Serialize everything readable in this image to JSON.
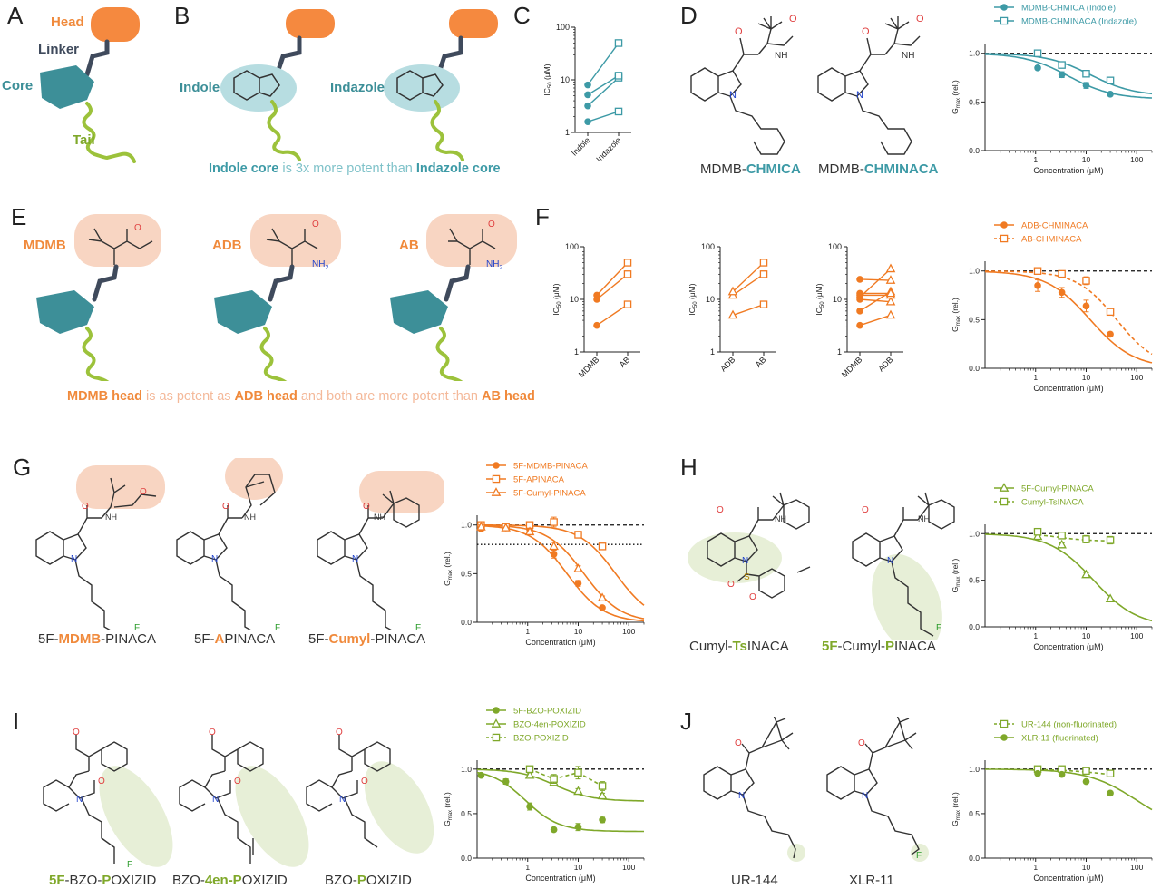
{
  "panels": {
    "A": "A",
    "B": "B",
    "C": "C",
    "D": "D",
    "E": "E",
    "F": "F",
    "G": "G",
    "H": "H",
    "I": "I",
    "J": "J"
  },
  "cartoon": {
    "head": "Head",
    "linker": "Linker",
    "core": "Core",
    "tail": "Tail",
    "indole": "Indole",
    "indazole": "Indazole",
    "mdmb": "MDMB",
    "adb": "ADB",
    "ab": "AB",
    "colors": {
      "head": "#f5893f",
      "linker": "#3f4a5c",
      "core": "#3d8f98",
      "tail": "#9cc23b"
    }
  },
  "sentences": {
    "b": [
      "Indole core",
      " is 3x more potent than ",
      "Indazole core"
    ],
    "e": [
      "MDMB head",
      " is as potent as ",
      "ADB head",
      " and both are more potent than ",
      "AB head"
    ]
  },
  "compounds": {
    "d1": [
      "MDMB-",
      "CHMICA"
    ],
    "d2": [
      "MDMB-",
      "CHMINACA"
    ],
    "g1": [
      "5F-",
      "MDMB",
      "-PINACA"
    ],
    "g2": [
      "5F-",
      "A",
      "PINACA"
    ],
    "g3": [
      "5F-",
      "Cumyl",
      "-PINACA"
    ],
    "h1": [
      "Cumyl-",
      "Ts",
      "INACA"
    ],
    "h2": [
      "5F",
      "-Cumyl-",
      "P",
      "INACA"
    ],
    "i1": [
      "5F",
      "-BZO-",
      "P",
      "OXIZID"
    ],
    "i2": [
      "BZO-",
      "4en-P",
      "OXIZID"
    ],
    "i3": [
      "BZO-",
      "P",
      "OXIZID"
    ],
    "j1": "UR-144",
    "j2": "XLR-11"
  },
  "atoms": {
    "O": "O",
    "NH": "NH",
    "N": "N",
    "NH2": "NH",
    "sub2": "2",
    "F": "F",
    "S": "S"
  },
  "chart_data": [
    {
      "id": "C",
      "type": "line",
      "scale": "log",
      "ylim": [
        1,
        100
      ],
      "yticks": [
        "1",
        "10",
        "100"
      ],
      "ylabel": "IC",
      "ylabel_sub": "50",
      "ylabel_unit": " (μM)",
      "categories": [
        "Indole",
        "Indazole"
      ],
      "color": "#3d9aa6",
      "pairs": [
        [
          1.6,
          2.5
        ],
        [
          3.2,
          11
        ],
        [
          5.2,
          12
        ],
        [
          8.0,
          50
        ]
      ],
      "markers": [
        "circle",
        "square"
      ]
    },
    {
      "id": "D",
      "type": "line",
      "scale": "logx",
      "xlim": [
        0.1,
        200
      ],
      "ylim": [
        0,
        1.1
      ],
      "xticks": [
        "1",
        "10",
        "100"
      ],
      "yticks": [
        "0.0",
        "0.5",
        "1.0"
      ],
      "xlabel": "Concentration (μM)",
      "ylabel": "G",
      "ylabel_sub": "max",
      "ylabel_unit": " (rel.)",
      "series": [
        {
          "name": "MDMB-CHMICA (Indole)",
          "color": "#3d9aa6",
          "marker": "circle",
          "dash": false,
          "x": [
            1.1,
            3.3,
            10,
            30
          ],
          "y": [
            0.85,
            0.78,
            0.67,
            0.58
          ],
          "err": [
            0.02,
            0.03,
            0.03,
            0.02
          ]
        },
        {
          "name": "MDMB-CHMINACA (Indazole)",
          "color": "#3d9aa6",
          "marker": "square",
          "dash": false,
          "x": [
            1.1,
            3.3,
            10,
            30
          ],
          "y": [
            1.0,
            0.88,
            0.79,
            0.72
          ],
          "err": [
            0.02,
            0.02,
            0.03,
            0.03
          ]
        }
      ],
      "fits": [
        {
          "color": "#3d9aa6",
          "dash": false,
          "bottom": 0.53,
          "ic50": 4.5,
          "hill": 1.0
        },
        {
          "color": "#3d9aa6",
          "dash": false,
          "bottom": 0.56,
          "ic50": 12,
          "hill": 1.0
        }
      ],
      "reference_lines": [
        {
          "y": 1.0,
          "style": "dashed"
        }
      ]
    },
    {
      "id": "F1",
      "type": "line",
      "scale": "log",
      "ylim": [
        1,
        100
      ],
      "yticks": [
        "1",
        "10",
        "100"
      ],
      "ylabel": "IC",
      "ylabel_sub": "50",
      "ylabel_unit": " (μM)",
      "categories": [
        "MDMB",
        "AB"
      ],
      "color": "#f07a22",
      "pairs": [
        [
          3.2,
          8.0
        ],
        [
          10,
          30
        ],
        [
          12,
          50
        ]
      ],
      "markers": [
        "circle",
        "square"
      ]
    },
    {
      "id": "F2",
      "type": "line",
      "scale": "log",
      "ylim": [
        1,
        100
      ],
      "yticks": [
        "1",
        "10",
        "100"
      ],
      "ylabel": "IC",
      "ylabel_sub": "50",
      "ylabel_unit": " (μM)",
      "categories": [
        "ADB",
        "AB"
      ],
      "color": "#f07a22",
      "pairs": [
        [
          5.0,
          8.0
        ],
        [
          12,
          30
        ],
        [
          14,
          50
        ]
      ],
      "markers": [
        "triangle",
        "square"
      ]
    },
    {
      "id": "F3",
      "type": "line",
      "scale": "log",
      "ylim": [
        1,
        100
      ],
      "yticks": [
        "1",
        "10",
        "100"
      ],
      "ylabel": "IC",
      "ylabel_sub": "50",
      "ylabel_unit": " (μM)",
      "categories": [
        "MDMB",
        "ADB"
      ],
      "color": "#f07a22",
      "pairs": [
        [
          3.2,
          5.0
        ],
        [
          6.0,
          14
        ],
        [
          10,
          9
        ],
        [
          12,
          12
        ],
        [
          13,
          13
        ],
        [
          24,
          23
        ],
        [
          11,
          38
        ]
      ],
      "markers": [
        "circle",
        "triangle"
      ]
    },
    {
      "id": "F4",
      "type": "line",
      "scale": "logx",
      "xlim": [
        0.1,
        200
      ],
      "ylim": [
        0,
        1.1
      ],
      "xticks": [
        "1",
        "10",
        "100"
      ],
      "yticks": [
        "0.0",
        "0.5",
        "1.0"
      ],
      "xlabel": "Concentration (μM)",
      "ylabel": "G",
      "ylabel_sub": "max",
      "ylabel_unit": " (rel.)",
      "series": [
        {
          "name": "ADB-CHMINACA",
          "color": "#f07a22",
          "marker": "circle",
          "dash": false,
          "x": [
            1.1,
            3.3,
            10,
            30
          ],
          "y": [
            0.85,
            0.78,
            0.64,
            0.35
          ],
          "err": [
            0.06,
            0.05,
            0.06,
            0.02
          ]
        },
        {
          "name": "AB-CHMINACA",
          "color": "#f07a22",
          "marker": "square",
          "dash": true,
          "x": [
            1.1,
            3.3,
            10,
            30
          ],
          "y": [
            1.0,
            0.97,
            0.9,
            0.58
          ],
          "err": [
            0.02,
            0.02,
            0.04,
            0.03
          ]
        }
      ],
      "fits": [
        {
          "color": "#f07a22",
          "dash": false,
          "bottom": 0.0,
          "ic50": 12,
          "hill": 1.0
        },
        {
          "color": "#f07a22",
          "dash": true,
          "bottom": 0.0,
          "ic50": 40,
          "hill": 1.1
        }
      ],
      "reference_lines": [
        {
          "y": 1.0,
          "style": "dashed"
        }
      ]
    },
    {
      "id": "G",
      "type": "line",
      "scale": "logx",
      "xlim": [
        0.1,
        200
      ],
      "ylim": [
        0,
        1.1
      ],
      "xticks": [
        "1",
        "10",
        "100"
      ],
      "yticks": [
        "0.0",
        "0.5",
        "1.0"
      ],
      "xlabel": "Concentration (μM)",
      "ylabel": "G",
      "ylabel_sub": "max",
      "ylabel_unit": " (rel.)",
      "series": [
        {
          "name": "5F-MDMB-PINACA",
          "color": "#f07a22",
          "marker": "circle",
          "dash": false,
          "x": [
            0.12,
            0.37,
            1.1,
            3.3,
            10,
            30
          ],
          "y": [
            0.96,
            0.97,
            0.95,
            0.7,
            0.4,
            0.15
          ],
          "err": [
            0.02,
            0.01,
            0.02,
            0.04,
            0.03,
            0.01
          ]
        },
        {
          "name": "5F-APINACA",
          "color": "#f07a22",
          "marker": "square",
          "dash": false,
          "x": [
            0.12,
            0.37,
            1.1,
            3.3,
            10,
            30
          ],
          "y": [
            1.0,
            0.98,
            1.0,
            1.03,
            0.9,
            0.78
          ],
          "err": [
            0.01,
            0.01,
            0.02,
            0.05,
            0.03,
            0.03
          ]
        },
        {
          "name": "5F-Cumyl-PINACA",
          "color": "#f07a22",
          "marker": "triangle",
          "dash": false,
          "x": [
            0.12,
            0.37,
            1.1,
            3.3,
            10,
            30
          ],
          "y": [
            0.98,
            0.97,
            0.93,
            0.78,
            0.55,
            0.25
          ],
          "err": [
            0.02,
            0.01,
            0.02,
            0.04,
            0.03,
            0.02
          ]
        }
      ],
      "fits": [
        {
          "color": "#f07a22",
          "dash": false,
          "bottom": 0.0,
          "ic50": 6,
          "hill": 1.2
        },
        {
          "color": "#f07a22",
          "dash": false,
          "bottom": 0.0,
          "ic50": 13,
          "hill": 1.2
        },
        {
          "color": "#f07a22",
          "dash": false,
          "bottom": 0.0,
          "ic50": 55,
          "hill": 1.2
        }
      ],
      "reference_lines": [
        {
          "y": 1.0,
          "style": "dashed"
        },
        {
          "y": 0.8,
          "style": "dotted"
        }
      ]
    },
    {
      "id": "H",
      "type": "line",
      "scale": "logx",
      "xlim": [
        0.1,
        200
      ],
      "ylim": [
        0,
        1.1
      ],
      "xticks": [
        "1",
        "10",
        "100"
      ],
      "yticks": [
        "0.0",
        "0.5",
        "1.0"
      ],
      "xlabel": "Concentration (μM)",
      "ylabel": "G",
      "ylabel_sub": "max",
      "ylabel_unit": " (rel.)",
      "series": [
        {
          "name": "5F-Cumyl-PINACA",
          "color": "#7fa82a",
          "marker": "triangle",
          "dash": false,
          "x": [
            1.1,
            3.3,
            10,
            30
          ],
          "y": [
            0.97,
            0.88,
            0.56,
            0.3
          ],
          "err": [
            0.02,
            0.02,
            0.02,
            0.01
          ]
        },
        {
          "name": "Cumyl-TsINACA",
          "color": "#7fa82a",
          "marker": "square",
          "dash": true,
          "x": [
            1.1,
            3.3,
            10,
            30
          ],
          "y": [
            1.02,
            0.98,
            0.94,
            0.93
          ],
          "err": [
            0.02,
            0.03,
            0.04,
            0.04
          ]
        }
      ],
      "fits": [
        {
          "color": "#7fa82a",
          "dash": false,
          "bottom": 0.0,
          "ic50": 14,
          "hill": 1.0
        },
        {
          "color": "#7fa82a",
          "dash": true,
          "bottom": 0.92,
          "ic50": 3,
          "hill": 1.5,
          "xmin": 1.1,
          "xmax": 30
        }
      ],
      "reference_lines": [
        {
          "y": 1.0,
          "style": "dashed"
        }
      ]
    },
    {
      "id": "I",
      "type": "line",
      "scale": "logx",
      "xlim": [
        0.1,
        200
      ],
      "ylim": [
        0,
        1.1
      ],
      "xticks": [
        "1",
        "10",
        "100"
      ],
      "yticks": [
        "0.0",
        "0.5",
        "1.0"
      ],
      "xlabel": "Concentration (μM)",
      "ylabel": "G",
      "ylabel_sub": "max",
      "ylabel_unit": " (rel.)",
      "series": [
        {
          "name": "5F-BZO-POXIZID",
          "color": "#7fa82a",
          "marker": "circle",
          "dash": false,
          "x": [
            0.12,
            0.37,
            1.1,
            3.3,
            10,
            30
          ],
          "y": [
            0.93,
            0.86,
            0.58,
            0.32,
            0.35,
            0.43
          ],
          "err": [
            0.02,
            0.03,
            0.04,
            0.02,
            0.04,
            0.03
          ]
        },
        {
          "name": "BZO-4en-POXIZID",
          "color": "#7fa82a",
          "marker": "triangle",
          "dash": false,
          "x": [
            1.1,
            3.3,
            10,
            30
          ],
          "y": [
            0.93,
            0.85,
            0.75,
            0.7
          ],
          "err": [
            0.02,
            0.03,
            0.03,
            0.03
          ]
        },
        {
          "name": "BZO-POXIZID",
          "color": "#7fa82a",
          "marker": "square",
          "dash": true,
          "x": [
            1.1,
            3.3,
            10,
            30
          ],
          "y": [
            1.0,
            0.89,
            0.96,
            0.81
          ],
          "err": [
            0.02,
            0.05,
            0.07,
            0.05
          ]
        }
      ],
      "fits": [
        {
          "color": "#7fa82a",
          "dash": false,
          "bottom": 0.3,
          "ic50": 0.9,
          "hill": 1.3
        },
        {
          "color": "#7fa82a",
          "dash": false,
          "bottom": 0.64,
          "ic50": 3.5,
          "hill": 1.2
        },
        {
          "color": "#7fa82a",
          "dash": true,
          "polyline": [
            [
              1.1,
              1.0
            ],
            [
              3.3,
              0.89
            ],
            [
              10,
              0.96
            ],
            [
              30,
              0.81
            ]
          ]
        }
      ],
      "reference_lines": [
        {
          "y": 1.0,
          "style": "dashed"
        }
      ]
    },
    {
      "id": "J",
      "type": "line",
      "scale": "logx",
      "xlim": [
        0.1,
        200
      ],
      "ylim": [
        0,
        1.1
      ],
      "xticks": [
        "1",
        "10",
        "100"
      ],
      "yticks": [
        "0.0",
        "0.5",
        "1.0"
      ],
      "xlabel": "Concentration (μM)",
      "ylabel": "G",
      "ylabel_sub": "max",
      "ylabel_unit": " (rel.)",
      "series": [
        {
          "name": "UR-144 (non-fluorinated)",
          "color": "#7fa82a",
          "marker": "square",
          "dash": true,
          "x": [
            1.1,
            3.3,
            10,
            30
          ],
          "y": [
            1.0,
            1.0,
            0.98,
            0.95
          ],
          "err": [
            0.02,
            0.02,
            0.02,
            0.02
          ]
        },
        {
          "name": "XLR-11 (fluorinated)",
          "color": "#7fa82a",
          "marker": "circle",
          "dash": false,
          "x": [
            1.1,
            3.3,
            10,
            30
          ],
          "y": [
            0.95,
            0.94,
            0.86,
            0.73
          ],
          "err": [
            0.01,
            0.01,
            0.02,
            0.02
          ]
        }
      ],
      "fits": [
        {
          "color": "#7fa82a",
          "dash": true,
          "bottom": 0.9,
          "ic50": 20,
          "hill": 1.0,
          "xmin": 1.1,
          "xmax": 30
        },
        {
          "color": "#7fa82a",
          "dash": false,
          "bottom": 0.3,
          "ic50": 100,
          "hill": 0.9
        }
      ],
      "reference_lines": [
        {
          "y": 1.0,
          "style": "dashed"
        }
      ]
    }
  ]
}
